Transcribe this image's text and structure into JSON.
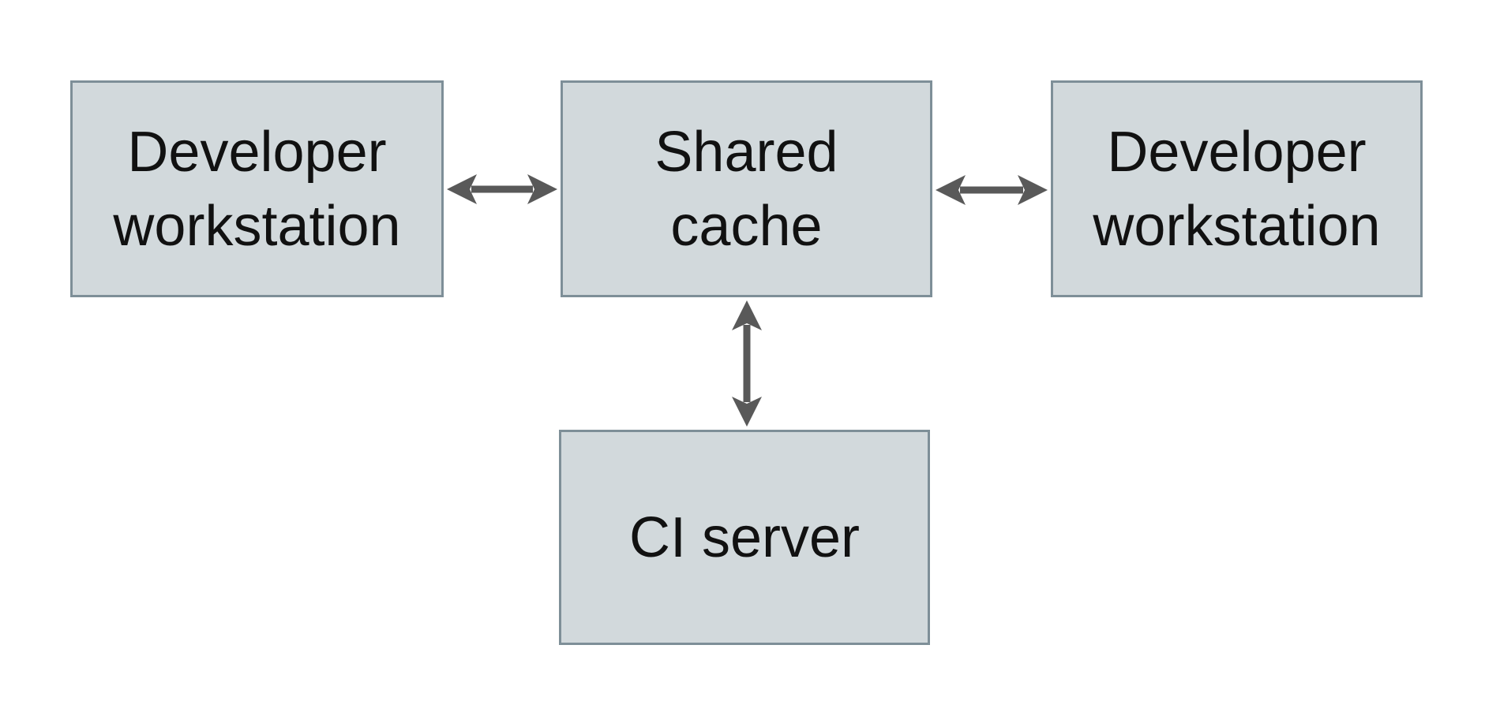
{
  "diagram": {
    "type": "architecture-diagram",
    "background_color": "#ffffff",
    "node_fill_color": "#d2d9dc",
    "node_border_color": "#7e8f98",
    "arrow_color": "#595959",
    "text_color": "#111111",
    "nodes": {
      "dev_left": {
        "label": "Developer\nworkstation"
      },
      "shared_cache": {
        "label": "Shared\ncache"
      },
      "dev_right": {
        "label": "Developer\nworkstation"
      },
      "ci_server": {
        "label": "CI server"
      }
    },
    "edges": [
      {
        "from": "dev_left",
        "to": "shared_cache",
        "direction": "bidirectional"
      },
      {
        "from": "shared_cache",
        "to": "dev_right",
        "direction": "bidirectional"
      },
      {
        "from": "shared_cache",
        "to": "ci_server",
        "direction": "bidirectional"
      }
    ]
  }
}
